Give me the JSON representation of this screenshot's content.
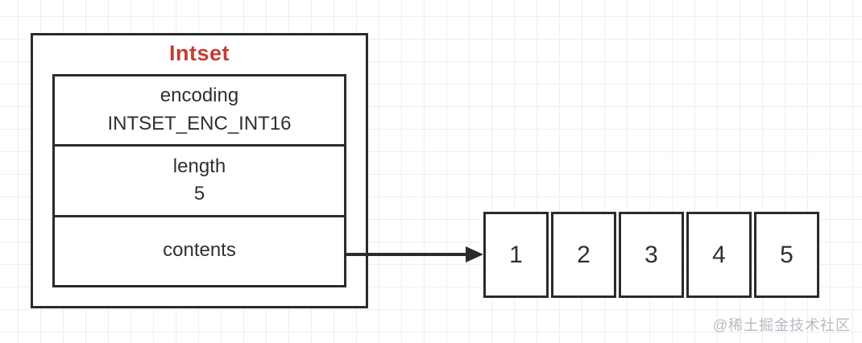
{
  "diagram": {
    "title": "Intset",
    "fields": [
      {
        "label": "encoding",
        "value": "INTSET_ENC_INT16"
      },
      {
        "label": "length",
        "value": "5"
      },
      {
        "label": "contents",
        "value": ""
      }
    ],
    "cells": [
      "1",
      "2",
      "3",
      "4",
      "5"
    ],
    "watermark": "@稀土掘金技术社区",
    "colors": {
      "accent_red": "#c43c36",
      "line": "#2b2b2b",
      "text": "#303030",
      "grid_line": "#edeef0",
      "watermark": "#b5bbc2"
    }
  }
}
